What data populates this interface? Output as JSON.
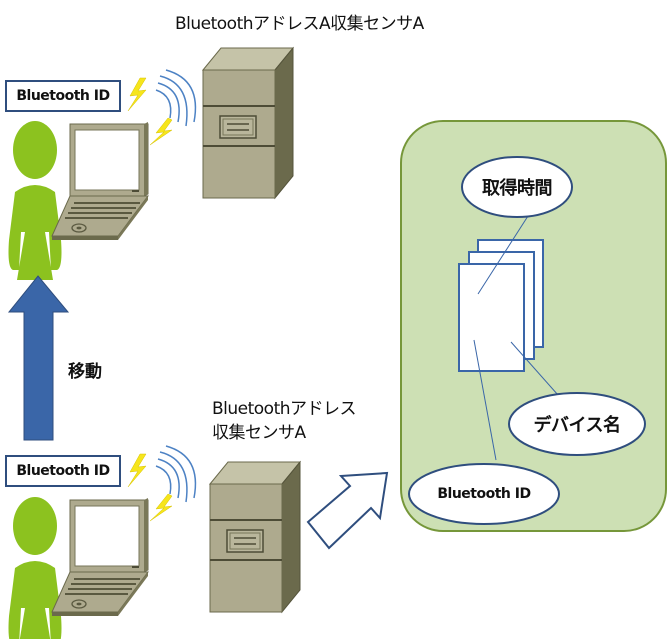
{
  "top_scene": {
    "sensor_label": "BluetoothアドレスA収集センサA",
    "id_label": "Bluetooth ID"
  },
  "movement": {
    "label": "移動"
  },
  "bottom_scene": {
    "sensor_label_line1": "Bluetoothアドレス",
    "sensor_label_line2": "収集センサA",
    "id_label": "Bluetooth ID"
  },
  "data_store": {
    "fields": [
      {
        "label": "取得時間"
      },
      {
        "label": "デバイス名"
      },
      {
        "label": "Bluetooth ID"
      }
    ]
  },
  "colors": {
    "person": "#8cc21f",
    "arrow_fill": "#3a66a8",
    "arrow_outline": "#2f4e7e",
    "server_front": "#aeaa8e",
    "server_side": "#6b6a4c",
    "panel_fill": "#cde0b4",
    "panel_border": "#76973a",
    "signal_wave": "#4d82c4",
    "lightning": "#f6e51c"
  }
}
